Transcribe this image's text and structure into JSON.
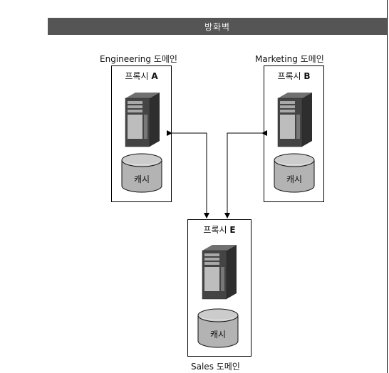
{
  "firewall": {
    "label": "방화벽"
  },
  "domains": {
    "engineering": "Engineering 도메인",
    "marketing": "Marketing 도메인",
    "sales": "Sales 도메인"
  },
  "proxies": {
    "a": {
      "prefix": "프록시",
      "letter": "A",
      "cache_label": "캐시"
    },
    "b": {
      "prefix": "프록시",
      "letter": "B",
      "cache_label": "캐시"
    },
    "e": {
      "prefix": "프록시",
      "letter": "E",
      "cache_label": "캐시"
    }
  },
  "colors": {
    "firewall_bar": "#555555",
    "server_dark": "#3a3a3a",
    "server_light": "#9a9a9a",
    "cache_fill": "#b3b3b3",
    "cache_top": "#cccccc"
  },
  "icons": {
    "server": "server-tower-icon",
    "cache": "cache-disk-icon"
  }
}
